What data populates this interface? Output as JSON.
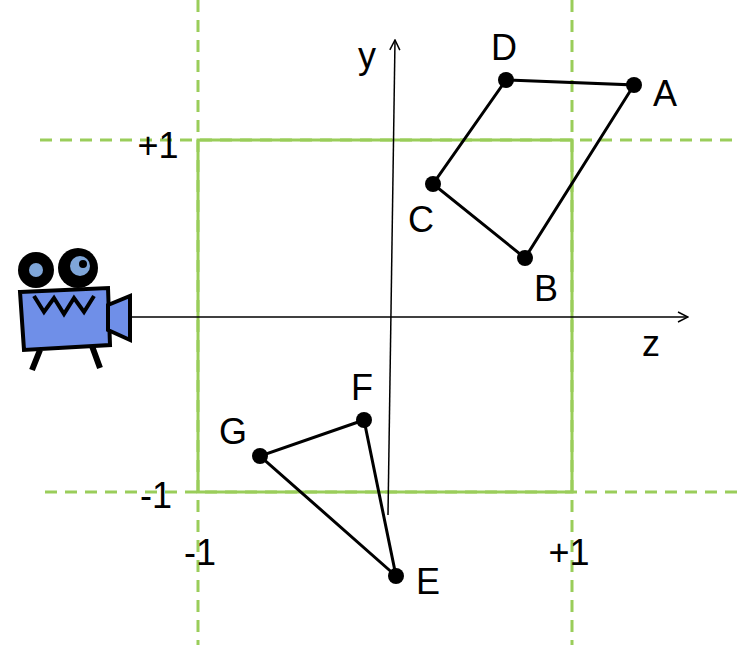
{
  "diagram": {
    "labels": [
      "D",
      "A",
      "y",
      "+1",
      "C",
      "B",
      "z",
      "F",
      "G",
      "-1",
      "-1",
      "+1",
      "E"
    ]
  }
}
